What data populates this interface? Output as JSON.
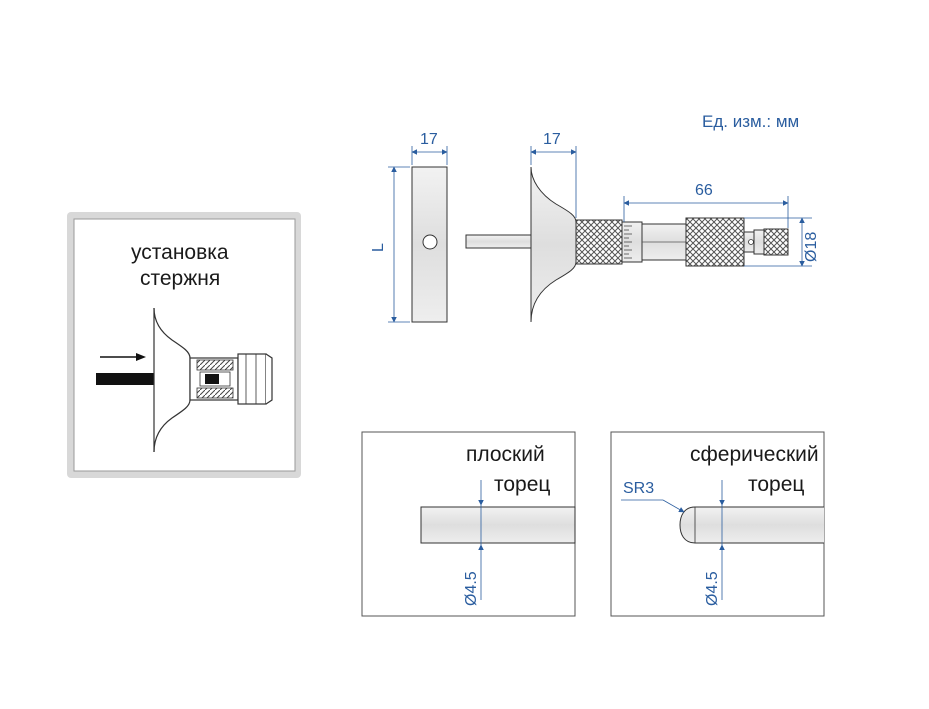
{
  "units_label": "Ед. изм.: мм",
  "install_panel": {
    "title_line1": "установка",
    "title_line2": "стержня"
  },
  "top_drawing": {
    "dim_base_width": "17",
    "dim_body_width": "17",
    "dim_length": "66",
    "dim_diameter": "Ø18",
    "dim_height": "L"
  },
  "flat_end": {
    "title_line1": "плоский",
    "title_line2": "торец",
    "dim_diameter": "Ø4.5"
  },
  "spherical_end": {
    "title_line1": "сферический",
    "title_line2": "торец",
    "dim_radius": "SR3",
    "dim_diameter": "Ø4.5"
  },
  "colors": {
    "dimension": "#2a5d9f",
    "panel_border": "#cfcfcf",
    "metal": "#e6e6e6"
  }
}
